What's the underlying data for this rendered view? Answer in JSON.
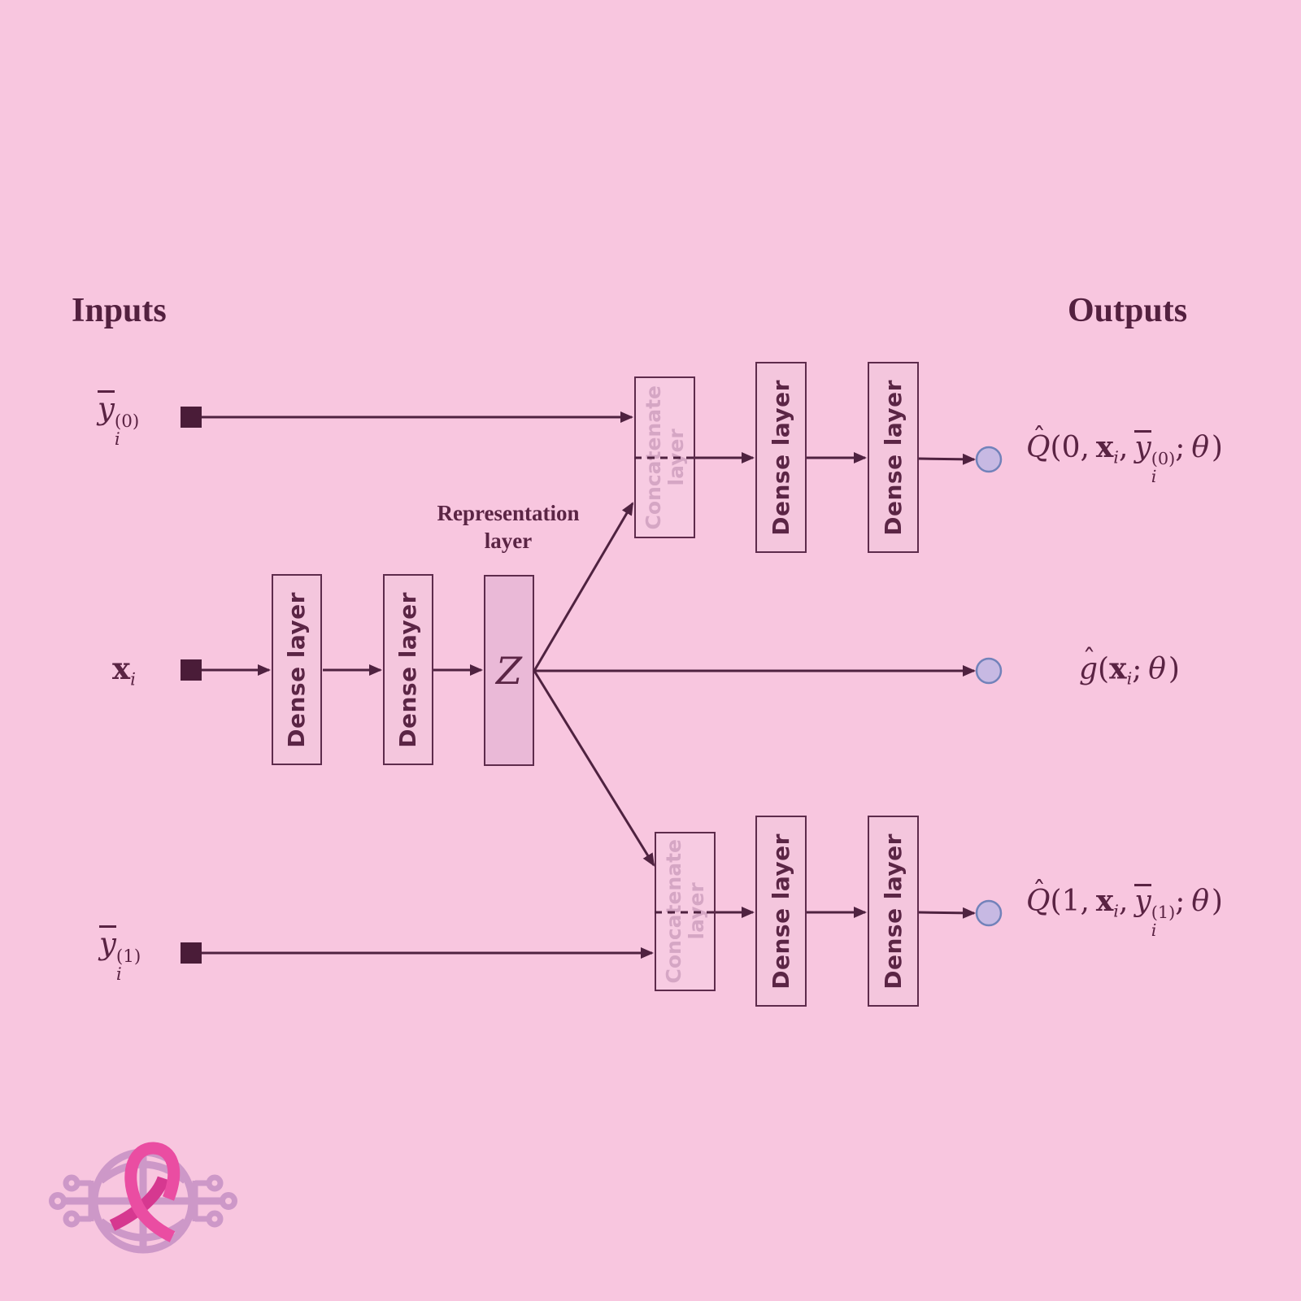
{
  "headings": {
    "inputs": "Inputs",
    "outputs": "Outputs"
  },
  "representation": {
    "line1": "Representation",
    "line2": "layer"
  },
  "layers": {
    "dense_label": "Dense layer",
    "concat_line1": "Concatenate",
    "concat_line2": "layer",
    "z_label": "Z"
  },
  "hat_char": "ˆ",
  "inputs": {
    "y0": {
      "y": "y",
      "sup": "(0)",
      "sub": "i"
    },
    "x": {
      "x": "x",
      "sub": "i"
    },
    "y1": {
      "y": "y",
      "sup": "(1)",
      "sub": "i"
    }
  },
  "outputs": {
    "q0": {
      "func": "Q",
      "open": "(",
      "first": "0,",
      "x": "x",
      "xsub": "i",
      "comma": ",",
      "y": "y",
      "ysup": "(0)",
      "ysub": "i",
      "semi": ";",
      "theta": "θ",
      "close": ")"
    },
    "g": {
      "func": "g",
      "open": "(",
      "x": "x",
      "xsub": "i",
      "semi": ";",
      "theta": "θ",
      "close": ")"
    },
    "q1": {
      "func": "Q",
      "open": "(",
      "first": "1,",
      "x": "x",
      "xsub": "i",
      "comma": ",",
      "y": "y",
      "ysup": "(1)",
      "ysub": "i",
      "semi": ";",
      "theta": "θ",
      "close": ")"
    }
  },
  "colors": {
    "background": "#f8c6df",
    "dense_box_fill": "#f4c6dd",
    "z_box_fill": "#eab9d7",
    "concat_box_fill": "#f7cbe2",
    "box_border": "#5e2b4c",
    "dense_text": "#5b2545",
    "concat_text": "#d5a6c4",
    "arrow": "#4f2240",
    "output_node_fill": "#c7b9e3",
    "output_node_border": "#7282ba",
    "ribbon_pink": "#ea4da2",
    "ribbon_dark_pink": "#d63890",
    "logo_purple": "#c994c6"
  }
}
